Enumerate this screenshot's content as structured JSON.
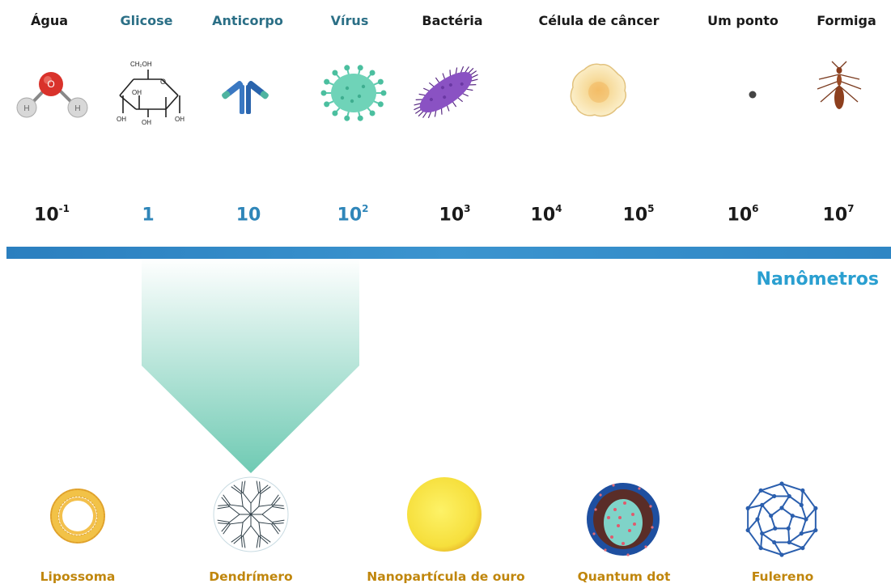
{
  "scale_items": [
    {
      "label": "Água",
      "tone": "dark",
      "icon": "water-molecule-icon"
    },
    {
      "label": "Glicose",
      "tone": "teal",
      "icon": "glucose-icon"
    },
    {
      "label": "Anticorpo",
      "tone": "teal",
      "icon": "antibody-icon"
    },
    {
      "label": "Vírus",
      "tone": "teal",
      "icon": "virus-icon"
    },
    {
      "label": "Bactéria",
      "tone": "dark",
      "icon": "bacterium-icon"
    },
    {
      "label": "Célula de câncer",
      "tone": "dark",
      "icon": "cancer-cell-icon"
    },
    {
      "label": "Um ponto",
      "tone": "dark",
      "icon": "dot-icon"
    },
    {
      "label": "Formiga",
      "tone": "dark",
      "icon": "ant-icon"
    }
  ],
  "scale_ticks": [
    {
      "base": "10",
      "exp": "-1",
      "tone": "dark"
    },
    {
      "base": "1",
      "exp": "",
      "tone": "blue"
    },
    {
      "base": "10",
      "exp": "",
      "tone": "blue"
    },
    {
      "base": "10",
      "exp": "2",
      "tone": "blue"
    },
    {
      "base": "10",
      "exp": "3",
      "tone": "dark"
    },
    {
      "base": "10",
      "exp": "4",
      "tone": "dark"
    },
    {
      "base": "10",
      "exp": "5",
      "tone": "dark"
    },
    {
      "base": "10",
      "exp": "6",
      "tone": "dark"
    },
    {
      "base": "10",
      "exp": "7",
      "tone": "dark"
    }
  ],
  "unit_label": "Nanômetros",
  "glucose_formula": {
    "top": "CH₂OH",
    "ring_o": "O",
    "groups": [
      "OH",
      "OH",
      "OH",
      "OH"
    ]
  },
  "water_atoms": {
    "oxygen": "O",
    "hydrogen": "H"
  },
  "nanomaterials": [
    {
      "label": "Lipossoma",
      "icon": "liposome-icon"
    },
    {
      "label": "Dendrímero",
      "icon": "dendrimer-icon"
    },
    {
      "label": "Nanopartícula de ouro",
      "icon": "gold-nanoparticle-icon"
    },
    {
      "label": "Quantum dot",
      "icon": "quantum-dot-icon"
    },
    {
      "label": "Fulereno",
      "icon": "fullerene-icon"
    }
  ],
  "colors": {
    "scale_bar": "#2f86c4",
    "funnel_top": "#ffffff",
    "funnel_bottom": "#6fcab3",
    "label_dark": "#1a1a1a",
    "label_teal": "#2b6f86",
    "label_blue": "#2f86b9",
    "unit_blue": "#2a9fd0",
    "nano_label": "#c0860c"
  }
}
